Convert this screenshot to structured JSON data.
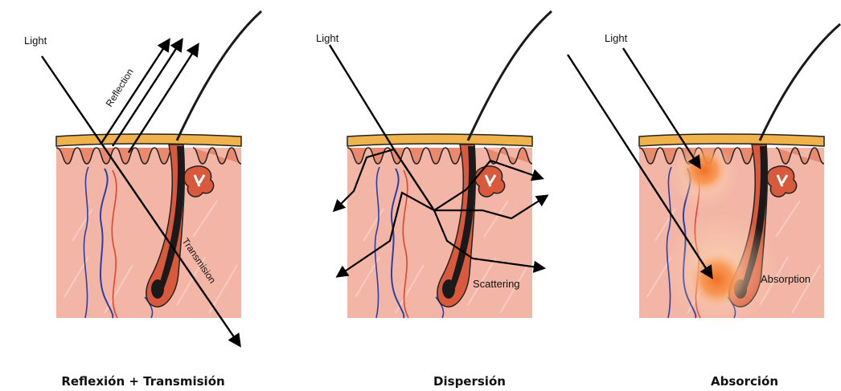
{
  "panels": [
    {
      "caption": "Reflexión + Transmisión",
      "labels": {
        "light": "Light",
        "reflection": "Reflection",
        "transmission": "Transmision"
      }
    },
    {
      "caption": "Dispersión",
      "labels": {
        "light": "Light",
        "scattering": "Scattering"
      }
    },
    {
      "caption": "Absorción",
      "labels": {
        "light": "Light",
        "absorption": "Absorption"
      }
    }
  ],
  "colors": {
    "skin": "#f3b6a6",
    "epidermis": "#f0b24a",
    "papilla": "#d9593c",
    "hair": "#1a1a1a",
    "vein": "#2a3fa8",
    "artery": "#e0452b",
    "absorption_glow": "#f26a1e"
  }
}
